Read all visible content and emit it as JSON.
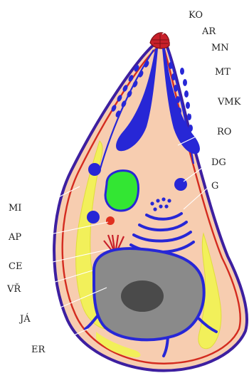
{
  "labels": {
    "ko": "KO",
    "ar": "AR",
    "mn": "MN",
    "mt": "MT",
    "vmk": "VMK",
    "ro": "RO",
    "dg": "DG",
    "g": "G",
    "mi": "MI",
    "ap": "AP",
    "ce": "CE",
    "vr": "VŘ",
    "ja": "JÁ",
    "er": "ER"
  },
  "colors": {
    "cytoplasm": "#f7cdb0",
    "pellicle": "#3d1fa0",
    "subpellicular_red": "#d42b1f",
    "yellow_organelle": "#f2f05a",
    "blue_organelles": "#2727d6",
    "apicoplast_green": "#33e633",
    "nucleus": "#8a8a8a",
    "nucleolus": "#4a4a4a",
    "conoid": "#c8202a"
  }
}
